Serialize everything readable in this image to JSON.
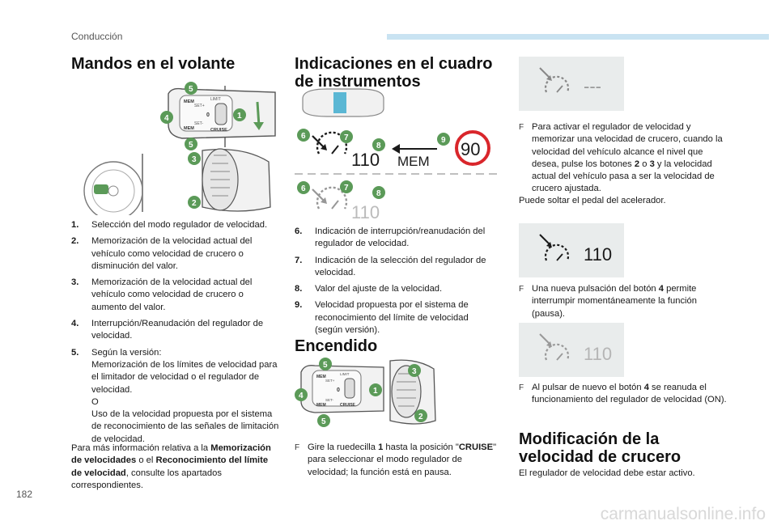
{
  "header": {
    "section": "Conducción"
  },
  "page_number": "182",
  "watermark": "carmanualsonline.info",
  "left": {
    "title": "Mandos en el volante",
    "items": [
      {
        "n": "1.",
        "text": "Selección del modo regulador de velocidad."
      },
      {
        "n": "2.",
        "text": "Memorización de la velocidad actual del vehículo como velocidad de crucero o disminución del valor."
      },
      {
        "n": "3.",
        "text": "Memorización de la velocidad actual del vehículo como velocidad de crucero o aumento del valor."
      },
      {
        "n": "4.",
        "text": "Interrupción/Reanudación del regulador de velocidad."
      },
      {
        "n": "5.",
        "text": "Según la versión:\nMemorización de los límites de velocidad para el limitador de velocidad o el regulador de velocidad.\nO\nUso de la velocidad propuesta por el sistema de reconocimiento de las señales de limitación de velocidad."
      }
    ],
    "footer": {
      "p1": "Para más información relativa a la",
      "b1": "Memorización de velocidades",
      "p2": " o el",
      "b2": "Reconocimiento del límite de velocidad",
      "p3": ", consulte los apartados correspondientes."
    },
    "illustration": {
      "lever_labels": [
        "MEM",
        "SET+",
        "SET-",
        "CRUISE",
        "MEM",
        "LIMIT",
        "0"
      ],
      "badges": [
        "5",
        "4",
        "1",
        "5",
        "3",
        "2"
      ]
    }
  },
  "middle": {
    "title": "Indicaciones en el cuadro de instrumentos",
    "display": {
      "speed": "110",
      "mem": "MEM",
      "sign": "90",
      "speed_faded": "110",
      "badges_top": [
        "6",
        "7",
        "8",
        "9"
      ],
      "badges_bottom": [
        "6",
        "7",
        "8"
      ]
    },
    "items": [
      {
        "n": "6.",
        "text": "Indicación de interrupción/reanudación del regulador de velocidad."
      },
      {
        "n": "7.",
        "text": "Indicación de la selección del regulador de velocidad."
      },
      {
        "n": "8.",
        "text": "Valor del ajuste de la velocidad."
      },
      {
        "n": "9.",
        "text": "Velocidad propuesta por el sistema de reconocimiento del límite de velocidad (según versión)."
      }
    ],
    "on_title": "Encendido",
    "on_bullet": {
      "a": "Gire la ruedecilla ",
      "b": "1",
      "c": " hasta la posición \"",
      "d": "CRUISE",
      "e": "\" para seleccionar el modo regulador de velocidad; la función está en pausa."
    },
    "on_badges": [
      "5",
      "3",
      "4",
      "1",
      "5",
      "2"
    ],
    "on_lever_labels": [
      "MEM",
      "SET+",
      "SET-",
      "CRUISE",
      "MEM",
      "LIMIT",
      "0"
    ]
  },
  "right": {
    "panel1": {
      "dashes": "---"
    },
    "bullet1": {
      "a": "Para activar el regulador de velocidad y memorizar una velocidad de crucero, cuando la velocidad del vehículo alcance el nivel que desea, pulse los botones ",
      "b": "2",
      "c": " o ",
      "d": "3",
      "e": " y la velocidad actual del vehículo pasa a ser la velocidad de crucero ajustada."
    },
    "p1": "Puede soltar el pedal del acelerador.",
    "panel2": {
      "speed": "110"
    },
    "bullet2": {
      "a": "Una nueva pulsación del botón ",
      "b": "4",
      "c": " permite interrumpir momentáneamente la función (pausa)."
    },
    "panel3": {
      "speed": "110"
    },
    "bullet3": {
      "a": "Al pulsar de nuevo el botón ",
      "b": "4",
      "c": " se reanuda el funcionamiento del regulador de velocidad (ON)."
    },
    "title": "Modificación de la velocidad de crucero",
    "p2": "El regulador de velocidad debe estar activo."
  },
  "colors": {
    "badge": "#5b9a58",
    "header_bar": "#c9e3f2",
    "panel": "#e9ecec",
    "sign_ring": "#d9262b"
  },
  "bullet_marker": "F"
}
